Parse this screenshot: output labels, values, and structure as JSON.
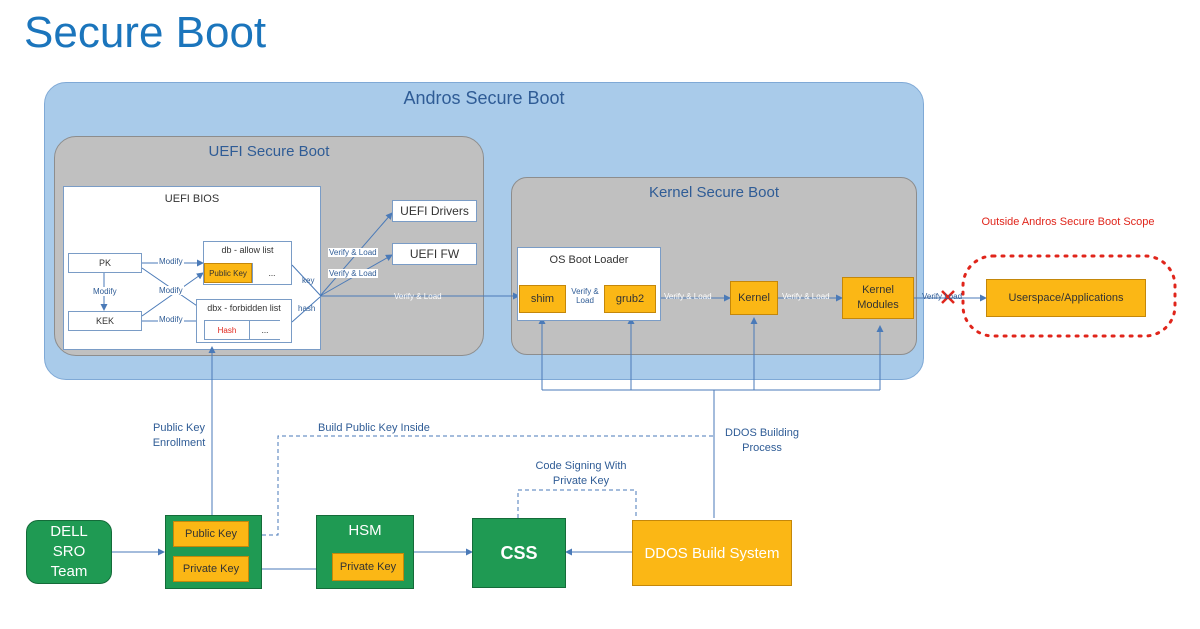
{
  "title": "Secure Boot",
  "andros": {
    "label": "Andros Secure Boot"
  },
  "uefi": {
    "label": "UEFI Secure Boot",
    "bios": {
      "label": "UEFI BIOS",
      "pk": "PK",
      "kek": "KEK",
      "db": {
        "label": "db - allow list",
        "cell1": "Public Key",
        "cell2": "..."
      },
      "dbx": {
        "label": "dbx - forbidden list",
        "cell1": "Hash",
        "cell2": "..."
      },
      "modify": "Modify",
      "key": "key",
      "hash": "hash"
    },
    "drivers": "UEFI Drivers",
    "fw": "UEFI FW",
    "verify_load": "Verify & Load"
  },
  "kernel_sb": {
    "label": "Kernel Secure Boot",
    "loader_label": "OS Boot Loader",
    "shim": "shim",
    "grub": "grub2",
    "kernel": "Kernel",
    "modules": "Kernel Modules",
    "verify_load": "Verify & Load",
    "verify_load_short": "Verify & Load",
    "verify_load_exit": "Verify Load"
  },
  "outside": {
    "label": "Outside Andros Secure Boot Scope",
    "userspace": "Userspace/Applications"
  },
  "bottom": {
    "dell": "DELL SRO Team",
    "public_key": "Public Key",
    "private_key": "Private Key",
    "hsm": "HSM",
    "hsm_private_key": "Private Key",
    "css": "CSS",
    "ddos_build": "DDOS Build System",
    "pk_enrollment": "Public Key Enrollment",
    "build_pk_inside": "Build Public Key Inside",
    "ddos_building_process": "DDOS Building Process",
    "code_signing": "Code Signing With Private Key"
  },
  "colors": {
    "title_blue": "#1b75bc",
    "andros_fill": "#a9cbea",
    "box_gray": "#c0c0c0",
    "orange": "#fbb715",
    "green": "#1f9a53",
    "red": "#e0251b"
  }
}
